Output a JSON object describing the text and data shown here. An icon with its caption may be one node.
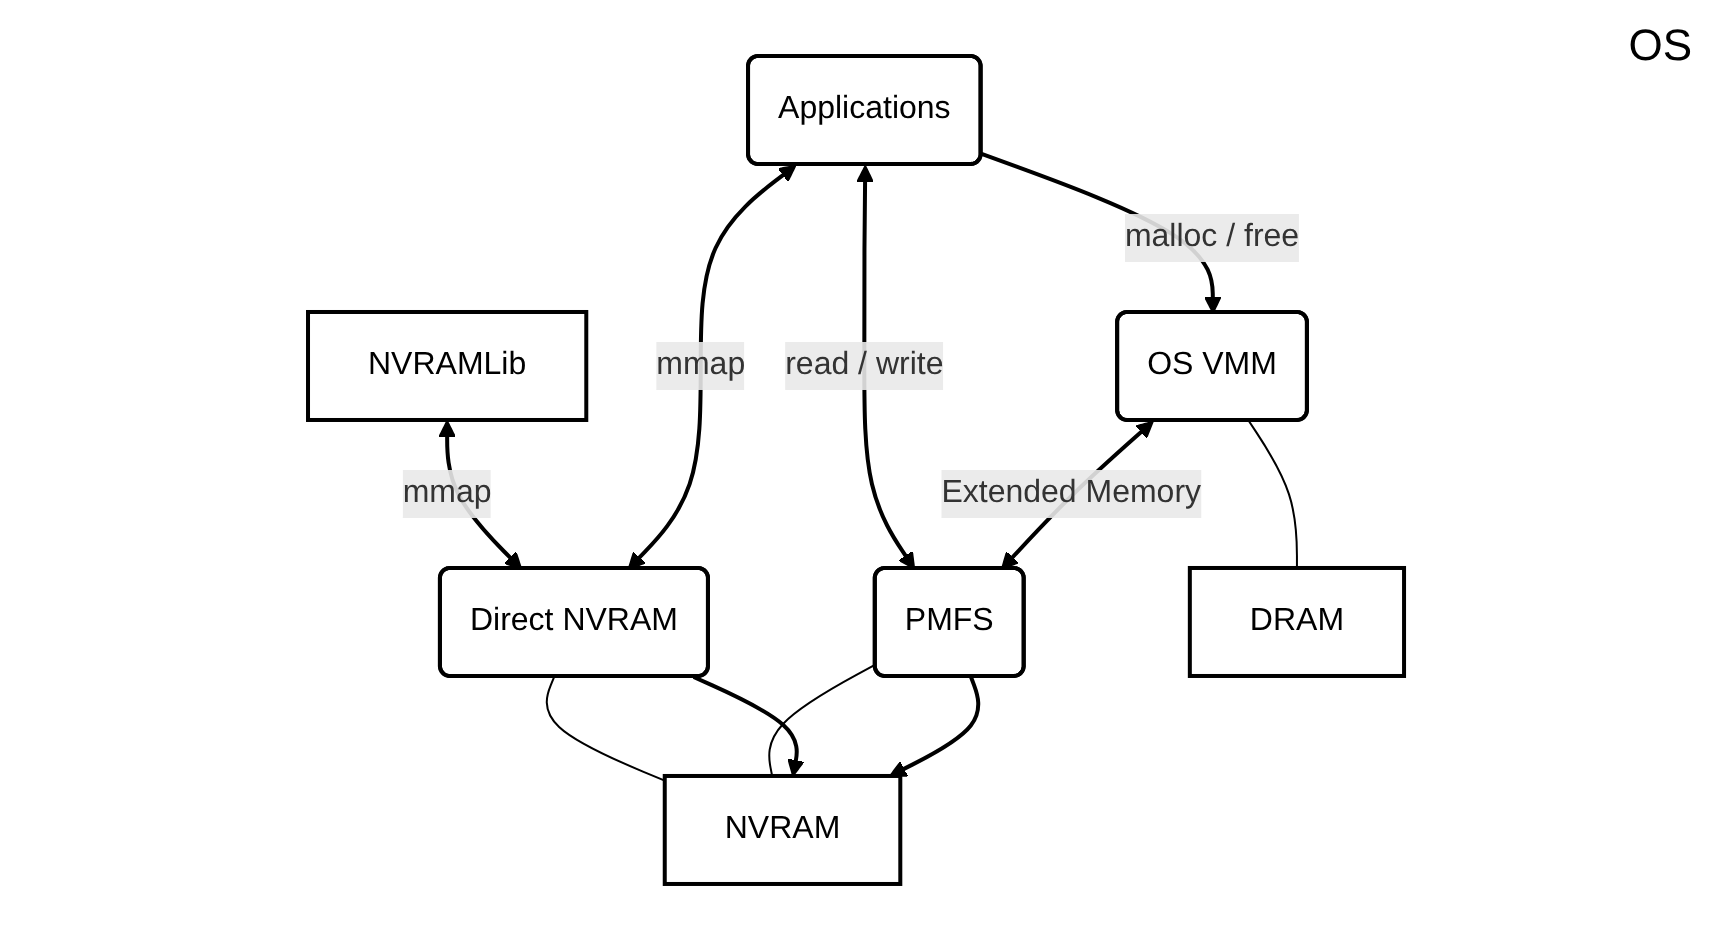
{
  "diagram": {
    "nodes": [
      {
        "text": [
          "Applications"
        ]
      },
      {
        "text": [
          "NVRAMLib"
        ]
      },
      {
        "text": [
          "OS VMM"
        ]
      },
      {
        "text": [
          "PMFS"
        ]
      },
      {
        "text": [
          "Direct NVRAM"
        ]
      },
      {
        "text": [
          "DRAM"
        ]
      },
      {
        "text": [
          "NVRAM"
        ]
      }
    ],
    "edges": [
      {
        "from": 0,
        "to": 2,
        "arrow": "to",
        "label": "malloc / free"
      },
      {
        "from": 2,
        "to": 3,
        "arrow": "both",
        "label": "Extended Memory"
      },
      {
        "from": 0,
        "to": 3,
        "arrow": "both",
        "label": "read / write"
      },
      {
        "from": 0,
        "to": 4,
        "arrow": "both",
        "label": "mmap"
      },
      {
        "from": 1,
        "to": 4,
        "arrow": "both",
        "label": "mmap"
      },
      {
        "from": 3,
        "to": 6,
        "arrow": "to"
      },
      {
        "from": 4,
        "to": 6,
        "arrow": "to"
      },
      {
        "from": 2,
        "to": 5,
        "arrow": "none"
      },
      {
        "from": 3,
        "to": 6,
        "arrow": "none"
      },
      {
        "from": 4,
        "to": 6,
        "arrow": "none"
      }
    ],
    "labels": [
      "OS"
    ]
  }
}
